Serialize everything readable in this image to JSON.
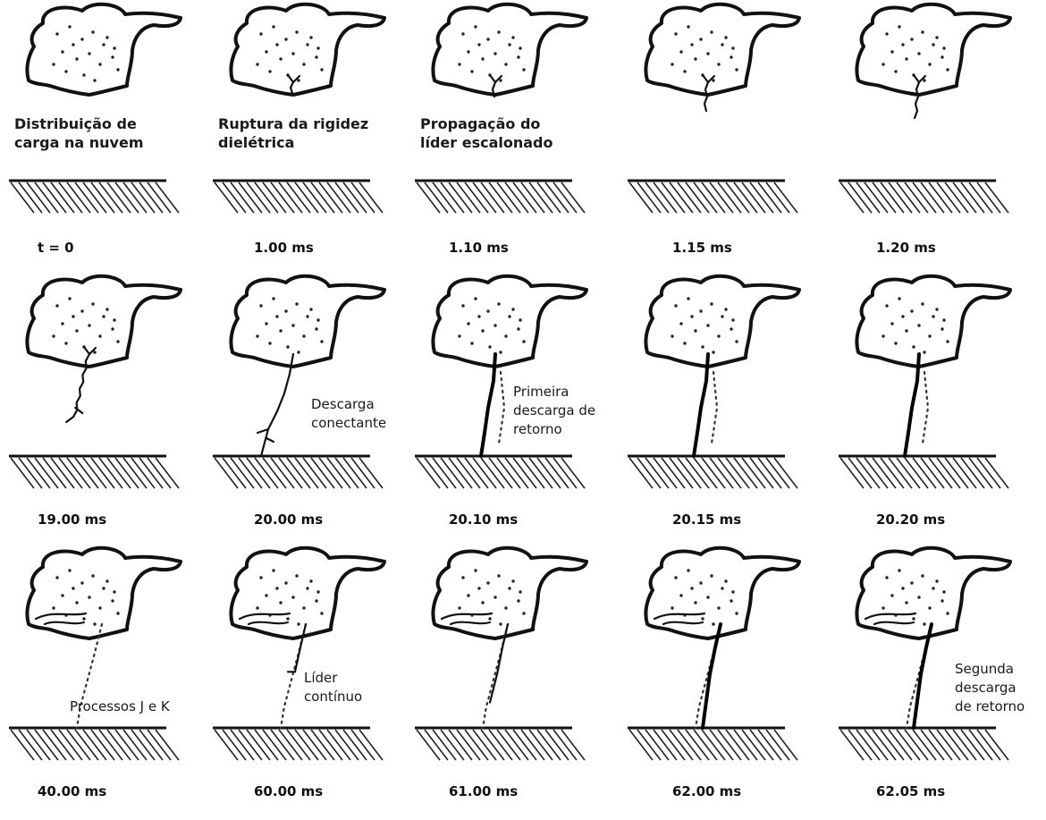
{
  "panels": [
    {
      "time": "t = 0",
      "caption": "Distribuição de\ncarga na nuvem"
    },
    {
      "time": "1.00 ms",
      "caption": "Ruptura da rigidez\ndielétrica"
    },
    {
      "time": "1.10 ms",
      "caption": "Propagação do\nlíder escalonado"
    },
    {
      "time": "1.15 ms",
      "caption": ""
    },
    {
      "time": "1.20 ms",
      "caption": ""
    },
    {
      "time": "19.00 ms",
      "caption": ""
    },
    {
      "time": "20.00 ms",
      "caption": "Descarga\nconectante"
    },
    {
      "time": "20.10 ms",
      "caption": "Primeira\ndescarga de\nretorno"
    },
    {
      "time": "20.15 ms",
      "caption": ""
    },
    {
      "time": "20.20 ms",
      "caption": ""
    },
    {
      "time": "40.00 ms",
      "caption": "Processos J e K"
    },
    {
      "time": "60.00 ms",
      "caption": "Líder\ncontínuo"
    },
    {
      "time": "61.00 ms",
      "caption": ""
    },
    {
      "time": "62.00 ms",
      "caption": ""
    },
    {
      "time": "62.05 ms",
      "caption": "Segunda\ndescarga\nde retorno"
    }
  ]
}
